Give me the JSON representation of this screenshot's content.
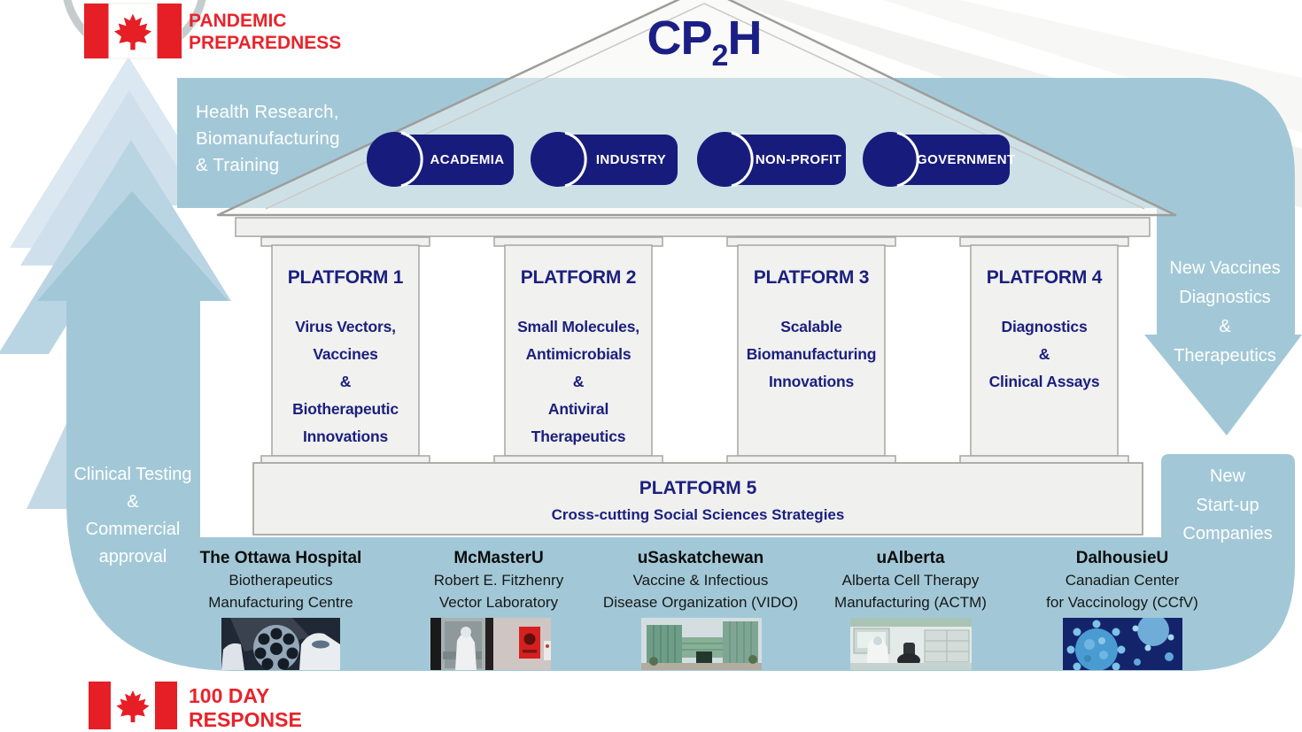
{
  "colors": {
    "navy_text": "#1b1f7e",
    "pill_navy": "#171c7c",
    "ribbon_teal": "#a2c8d7",
    "band_inside_roof": "#c9dee9",
    "accent_red": "#e8232b",
    "pillar_gray": "#f1f1ef"
  },
  "top": {
    "program_line1": "PANDEMIC",
    "program_line2": "PREPAREDNESS",
    "title_main": "CP",
    "title_sub": "2",
    "title_tail": "H"
  },
  "band": {
    "lines": [
      "Health Research,",
      "Biomanufacturing",
      "& Training"
    ],
    "pills": [
      {
        "label": "ACADEMIA"
      },
      {
        "label": "INDUSTRY"
      },
      {
        "label": "NON-PROFIT"
      },
      {
        "label": "GOVERNMENT"
      }
    ]
  },
  "pillars": [
    {
      "title": "PLATFORM 1",
      "lines": [
        "Virus Vectors,",
        "Vaccines",
        "&",
        "Biotherapeutic",
        "Innovations"
      ]
    },
    {
      "title": "PLATFORM 2",
      "lines": [
        "Small Molecules,",
        "Antimicrobials",
        "&",
        "Antiviral",
        "Therapeutics"
      ]
    },
    {
      "title": "PLATFORM 3",
      "lines": [
        "Scalable",
        "Biomanufacturing",
        "Innovations"
      ]
    },
    {
      "title": "PLATFORM 4",
      "lines": [
        "Diagnostics",
        "&",
        "Clinical Assays"
      ]
    }
  ],
  "platform5": {
    "title": "PLATFORM 5",
    "subtitle": "Cross-cutting Social Sciences Strategies"
  },
  "sides": {
    "left_arrow_lines": [
      "Clinical Testing",
      "&",
      "Commercial",
      "approval"
    ],
    "right_arrow_lines": [
      "New Vaccines",
      "Diagnostics",
      "&",
      "Therapeutics"
    ],
    "right_block_lines": [
      "New",
      "Start-up",
      "Companies"
    ]
  },
  "institutions": [
    {
      "name": "The Ottawa Hospital",
      "line1": "Biotherapeutics",
      "line2": "Manufacturing Centre",
      "photo": "biomanufacturing-lab-photo"
    },
    {
      "name": "McMasterU",
      "line1": "Robert E. Fitzhenry",
      "line2": "Vector Laboratory",
      "photo": "vector-laboratory-photo"
    },
    {
      "name": "uSaskatchewan",
      "line1": "Vaccine & Infectious",
      "line2": "Disease Organization (VIDO)",
      "photo": "vido-building-photo"
    },
    {
      "name": "uAlberta",
      "line1": "Alberta Cell Therapy",
      "line2": "Manufacturing (ACTM)",
      "photo": "actm-lab-photo"
    },
    {
      "name": "DalhousieU",
      "line1": "Canadian Center",
      "line2": "for Vaccinology (CCfV)",
      "photo": "virus-render-photo"
    }
  ],
  "bottom": {
    "response_line1": "100 DAY",
    "response_line2": "RESPONSE"
  }
}
